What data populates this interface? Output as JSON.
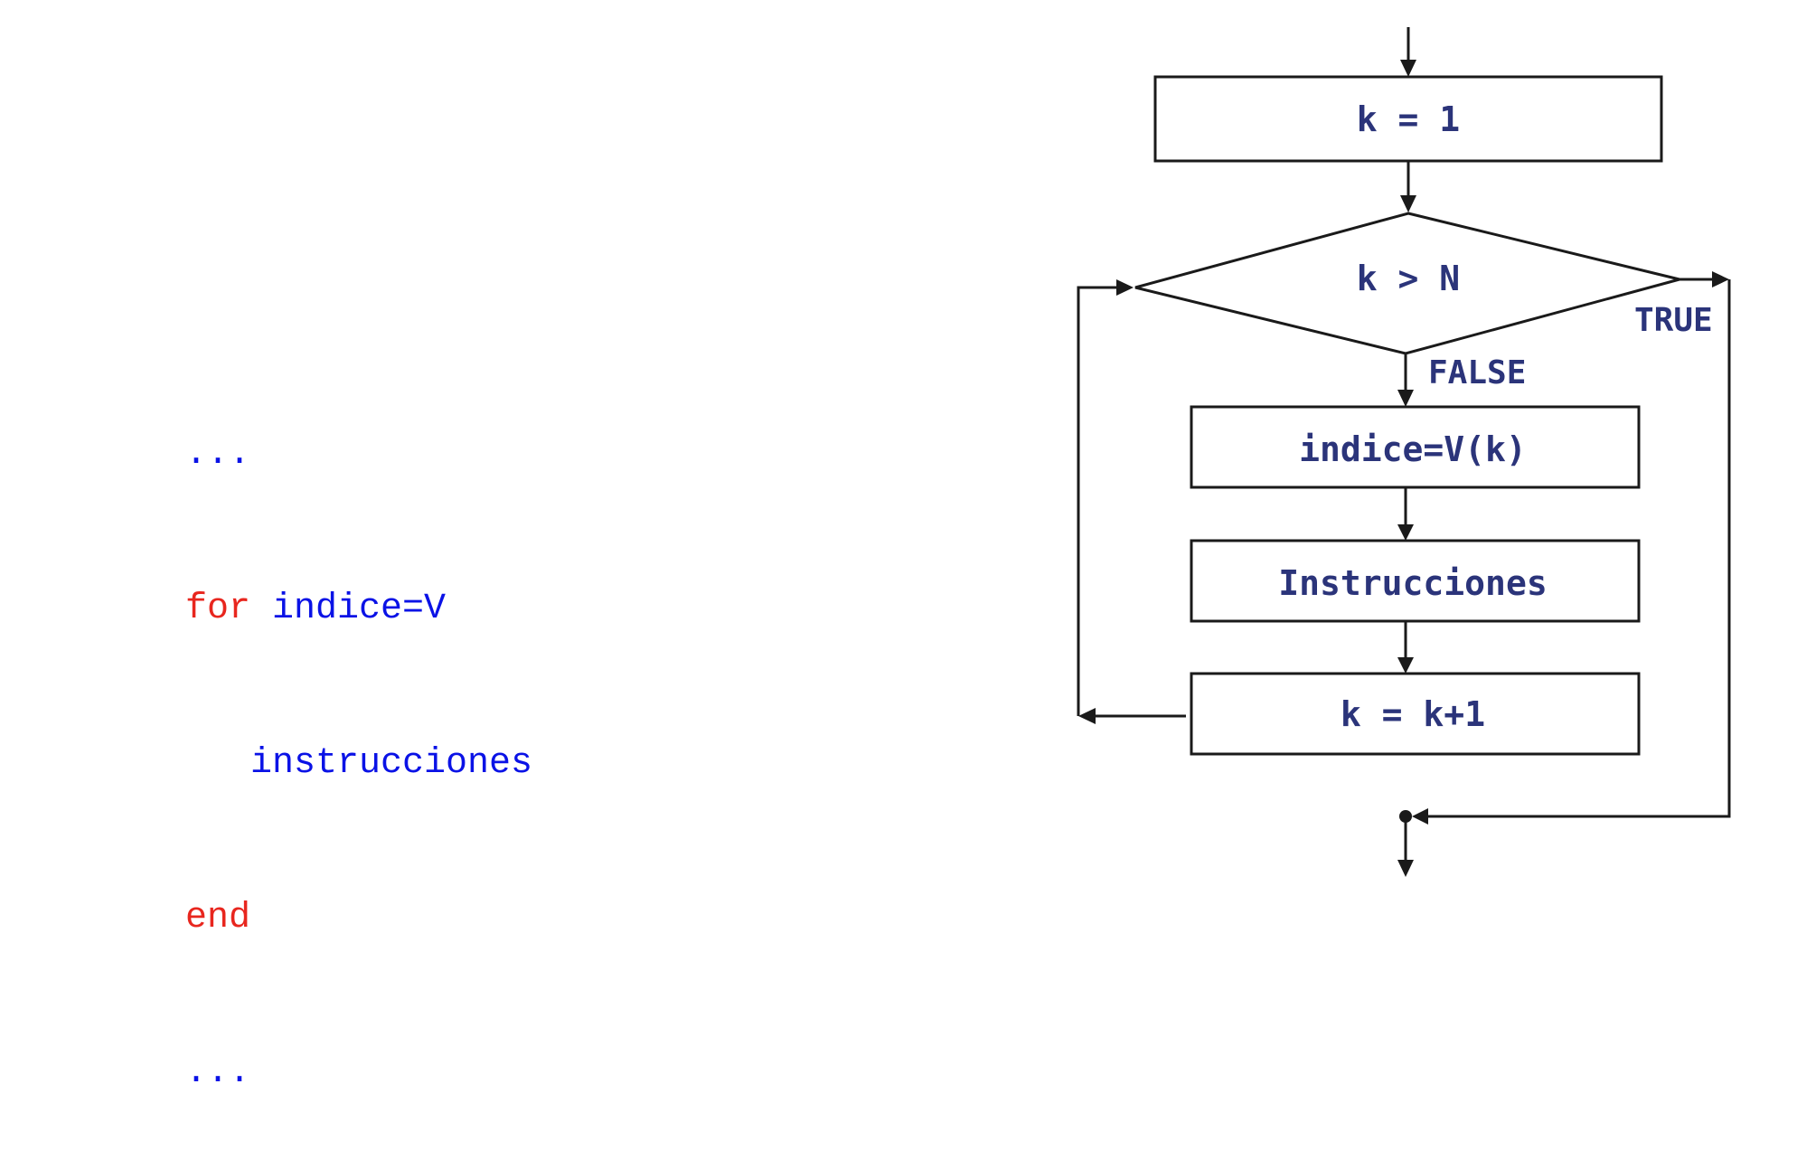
{
  "code": {
    "lines": [
      [
        {
          "text": "...",
          "kind": "tx"
        }
      ],
      [
        {
          "text": "for",
          "kind": "kw"
        },
        {
          "text": " indice=V",
          "kind": "tx"
        }
      ],
      [
        {
          "text": "   instrucciones",
          "kind": "tx"
        }
      ],
      [
        {
          "text": "end",
          "kind": "kw"
        }
      ],
      [
        {
          "text": "...",
          "kind": "tx"
        }
      ]
    ],
    "colors": {
      "keyword": "#e8261e",
      "text": "#0a12e6"
    }
  },
  "flowchart": {
    "init": "k = 1",
    "condition": "k > N",
    "assign": "indice=V(k)",
    "body": "Instrucciones",
    "increment": "k = k+1",
    "true_label": "TRUE",
    "false_label": "FALSE",
    "label_color": "#2b347a"
  }
}
